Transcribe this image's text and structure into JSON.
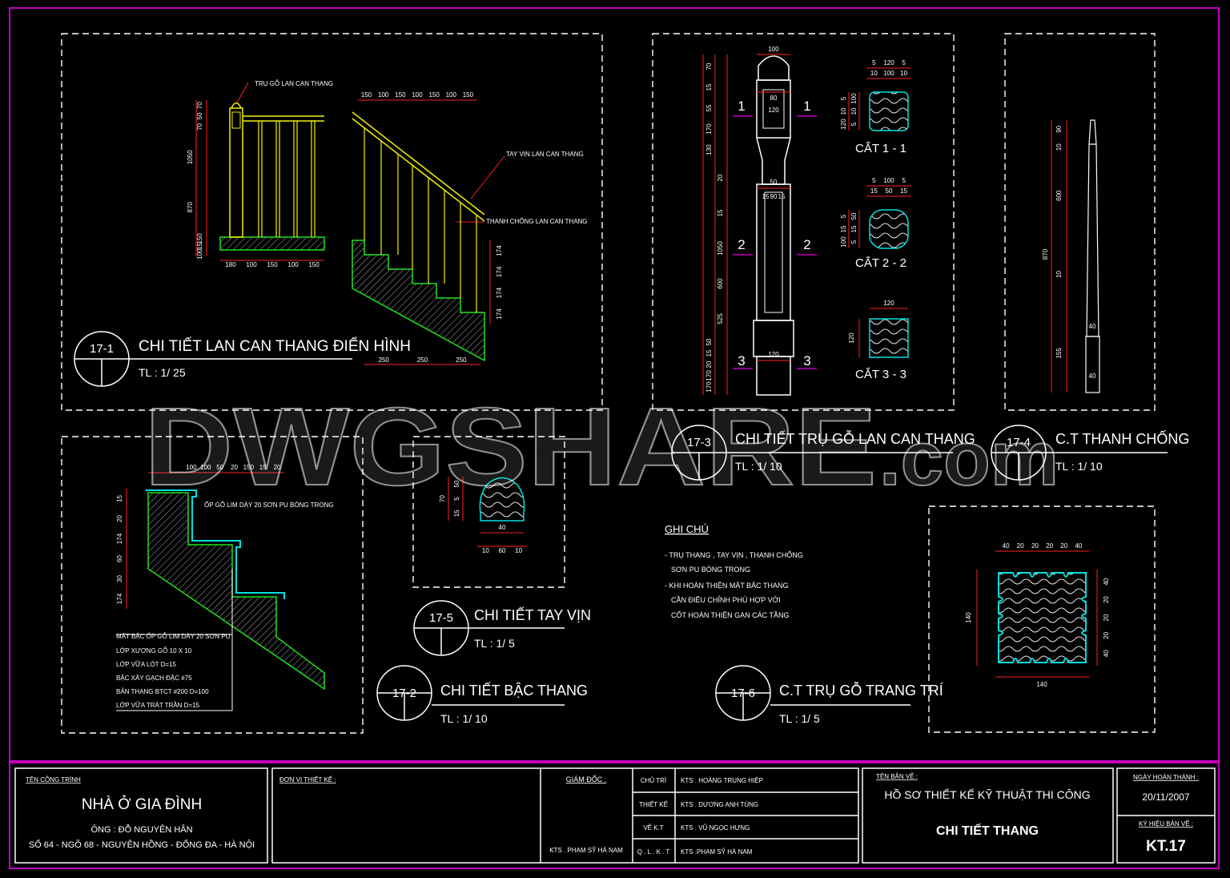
{
  "details": {
    "d17_1": {
      "number": "17-1",
      "title": "CHI TIẾT LAN CAN THANG ĐIỂN HÌNH",
      "scale": "TL : 1/ 25",
      "labels": {
        "post": "TRỤ GỖ LAN CAN THANG",
        "handrail": "TAY VỊN LAN CAN THANG",
        "baluster": "THANH CHỐNG LAN CAN THANG"
      },
      "dims_left_v": [
        "70",
        "50",
        "70",
        "1050",
        "870",
        "150",
        "15",
        "100"
      ],
      "dims_left_h": [
        "180",
        "100",
        "150",
        "100",
        "150"
      ],
      "dims_top": [
        "150",
        "100",
        "150",
        "100",
        "150",
        "100",
        "150"
      ],
      "dims_bottom": [
        "250",
        "250",
        "250"
      ],
      "dims_right": [
        "174",
        "174",
        "174",
        "174"
      ]
    },
    "d17_2": {
      "number": "17-2",
      "title": "CHI TIẾT BẬC THANG",
      "scale": "TL : 1/ 10",
      "label_wood": "ỐP GỖ LIM DÀY 20 SƠN PU BÓNG TRONG",
      "dims_top": [
        "100",
        "100",
        "50",
        "20",
        "150",
        "15",
        "20"
      ],
      "dims_left": [
        "15",
        "20",
        "174",
        "60",
        "30",
        "174"
      ],
      "layers": [
        "MẶT BẬC ỐP GỖ LIM DÀY 20 SƠN PU",
        "LỚP XƯƠNG GỖ 10 X 10",
        "LỚP VỮA LÓT D=15",
        "BẬC XÂY GẠCH ĐẶC #75",
        "BẢN THANG BTCT #200 D=100",
        "LỚP VỮA TRÁT TRẦN D=15"
      ]
    },
    "d17_3": {
      "number": "17-3",
      "title": "CHI TIẾT TRỤ GỖ LAN CAN THANG",
      "scale": "TL : 1/ 10",
      "dims_left": [
        "70",
        "15",
        "55",
        "170",
        "130",
        "20",
        "15",
        "1050",
        "600",
        "525",
        "50",
        "15",
        "20",
        "170",
        "170"
      ],
      "dims_post": [
        "100",
        "80",
        "120",
        "50",
        "15",
        "90",
        "15",
        "120"
      ],
      "cut_marks": [
        "1",
        "1",
        "2",
        "2",
        "3",
        "3"
      ],
      "sections": [
        {
          "label": "CẮT 1 - 1",
          "dims_top": [
            "5",
            "120",
            "5",
            "10",
            "100",
            "10"
          ],
          "dims_left": [
            "5",
            "10",
            "120",
            "100",
            "10",
            "5"
          ]
        },
        {
          "label": "CẮT 2 - 2",
          "dims_top": [
            "5",
            "100",
            "5",
            "15",
            "50",
            "15"
          ],
          "dims_left": [
            "5",
            "15",
            "100",
            "50",
            "15",
            "5"
          ]
        },
        {
          "label": "CẮT 3 - 3",
          "dims_top": [
            "120"
          ],
          "dims_left": [
            "120"
          ]
        }
      ]
    },
    "d17_4": {
      "number": "17-4",
      "title": "C.T THANH CHỐNG",
      "scale": "TL : 1/ 10",
      "dims_left": [
        "90",
        "10",
        "870",
        "600",
        "10",
        "155"
      ],
      "dims_right": [
        "40",
        "40"
      ]
    },
    "d17_5": {
      "number": "17-5",
      "title": "CHI TIẾT TAY VỊN",
      "scale": "TL : 1/ 5",
      "dims": [
        "70",
        "50",
        "5",
        "15",
        "40",
        "10",
        "60",
        "10"
      ]
    },
    "d17_6": {
      "number": "17-6",
      "title": "C.T TRỤ GỖ TRANG TRÍ",
      "scale": "TL : 1/ 5",
      "dims_top": [
        "40",
        "20",
        "20",
        "20",
        "20",
        "40"
      ],
      "dims_right": [
        "40",
        "20",
        "20",
        "20",
        "40"
      ],
      "dims_left": [
        "140"
      ],
      "dims_bottom": [
        "140"
      ]
    }
  },
  "notes": {
    "heading": "GHI CHÚ",
    "lines": [
      "- TRỤ THANG , TAY VỊN , THANH CHỐNG",
      "SƠN PU BÓNG TRONG",
      "- KHI HOÀN THIỆN MẶT BẬC THANG",
      "CẦN ĐIỀU CHỈNH PHÙ HỢP VỚI",
      "CỐT HOÀN THIỆN GẠN CÁC TẦNG"
    ]
  },
  "watermark": {
    "main": "DWGSHARE",
    "suffix": ".com"
  },
  "title_block": {
    "project_label": "TÊN CÔNG TRÌNH",
    "project_name": "NHÀ Ở GIA ĐÌNH",
    "owner": "ÔNG : ĐỖ NGUYÊN HÂN",
    "address": "SỐ 64 - NGÕ 68 - NGUYÊN HỒNG - ĐỐNG ĐA - HÀ NỘI",
    "designer_unit_label": "ĐƠN VỊ THIẾT KẾ :",
    "director_label": "GIÁM ĐỐC :",
    "director_name": "KTS . PHẠM SỸ HÀ NAM",
    "roles": [
      {
        "role": "CHỦ TRÌ",
        "name": "KTS . HOÀNG TRUNG HIỆP"
      },
      {
        "role": "THIẾT KẾ",
        "name": "KTS . DƯƠNG ANH TÙNG"
      },
      {
        "role": "VẼ K.T",
        "name": "KTS . VŨ NGỌC HƯNG"
      },
      {
        "role": "Q . L . K . T",
        "name": "KTS .PHẠM SỸ HÀ NAM"
      }
    ],
    "drawing_label": "TÊN BẢN VẼ :",
    "drawing_title": "HỒ SƠ THIẾT KẾ KỸ THUẬT THI CÔNG",
    "drawing_name": "CHI TIẾT THANG",
    "date_label": "NGÀY HOÀN THÀNH :",
    "date": "20/11/2007",
    "code_label": "KÝ HIỆU BẢN VẼ :",
    "code": "KT.17"
  },
  "colors": {
    "magenta": "#c000c0",
    "red": "#ff2020",
    "yellow": "#f5f000",
    "cyan": "#00e0e0",
    "green": "#20e020",
    "white": "#ffffff"
  }
}
